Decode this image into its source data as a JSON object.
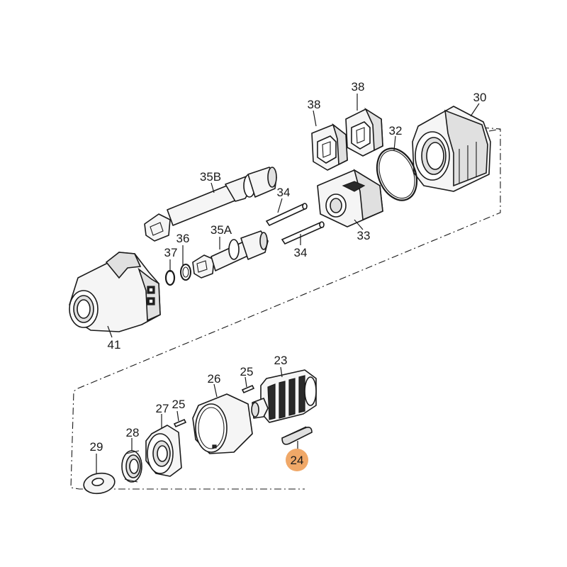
{
  "diagram": {
    "callouts": [
      {
        "id": "30",
        "label": "30"
      },
      {
        "id": "38a",
        "label": "38"
      },
      {
        "id": "38b",
        "label": "38"
      },
      {
        "id": "32",
        "label": "32"
      },
      {
        "id": "35B",
        "label": "35B"
      },
      {
        "id": "34a",
        "label": "34"
      },
      {
        "id": "33",
        "label": "33"
      },
      {
        "id": "36",
        "label": "36"
      },
      {
        "id": "35A",
        "label": "35A"
      },
      {
        "id": "37",
        "label": "37"
      },
      {
        "id": "34b",
        "label": "34"
      },
      {
        "id": "41",
        "label": "41"
      },
      {
        "id": "23",
        "label": "23"
      },
      {
        "id": "25a",
        "label": "25"
      },
      {
        "id": "26",
        "label": "26"
      },
      {
        "id": "27",
        "label": "27"
      },
      {
        "id": "25b",
        "label": "25"
      },
      {
        "id": "28",
        "label": "28"
      },
      {
        "id": "29",
        "label": "29"
      },
      {
        "id": "24",
        "label": "24"
      }
    ],
    "highlighted_part": "24",
    "highlight_color": "#f0a868"
  }
}
